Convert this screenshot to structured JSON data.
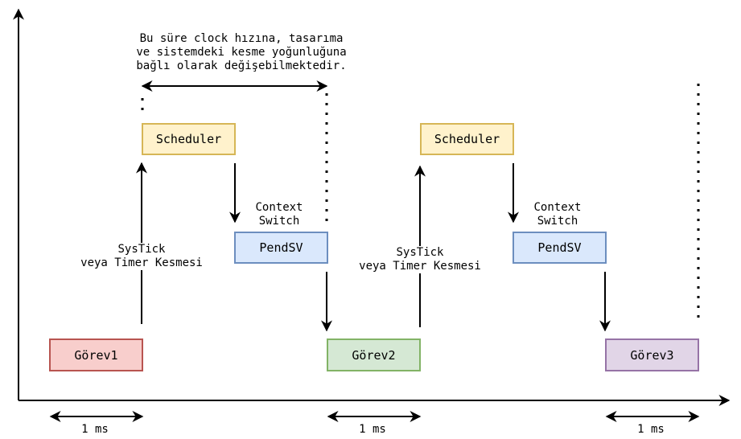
{
  "note": {
    "line1": "Bu süre clock hızına, tasarıma",
    "line2": "ve sistemdeki kesme yoğunluğuna",
    "line3": "bağlı olarak değişebilmektedir."
  },
  "boxes": {
    "scheduler1": "Scheduler",
    "scheduler2": "Scheduler",
    "pendsv1": "PendSV",
    "pendsv2": "PendSV",
    "gorev1": "Görev1",
    "gorev2": "Görev2",
    "gorev3": "Görev3"
  },
  "labels": {
    "context1_l1": "Context",
    "context1_l2": "Switch",
    "context2_l1": "Context",
    "context2_l2": "Switch",
    "systick1_l1": "SysTick",
    "systick1_l2": "veya Timer Kesmesi",
    "systick2_l1": "SysTick",
    "systick2_l2": "veya Timer Kesmesi"
  },
  "durations": [
    "1 ms",
    "1 ms",
    "1 ms"
  ],
  "colors": {
    "scheduler_fill": "#fff2cc",
    "scheduler_border": "#d6b656",
    "pendsv_fill": "#dae8fc",
    "pendsv_border": "#6c8ebf",
    "gorev1_fill": "#f8cecc",
    "gorev1_border": "#b85450",
    "gorev2_fill": "#d5e8d4",
    "gorev2_border": "#82b366",
    "gorev3_fill": "#e1d5e7",
    "gorev3_border": "#9673a6"
  }
}
